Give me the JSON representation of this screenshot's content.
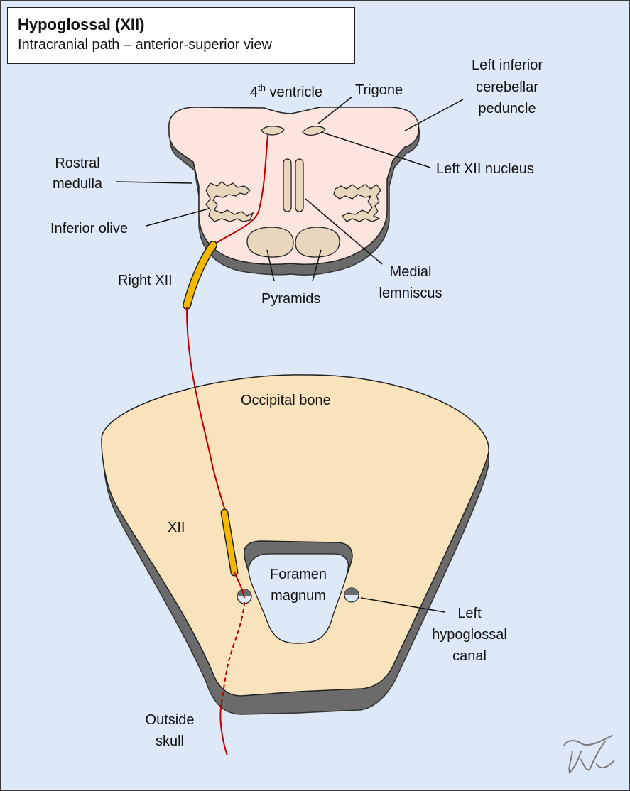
{
  "title": {
    "main": "Hypoglossal (XII)",
    "sub": "Intracranial path – anterior-superior view"
  },
  "labels": {
    "fourth_ventricle_base": "4",
    "fourth_ventricle_sup": "th",
    "fourth_ventricle_rest": " ventricle",
    "trigone": "Trigone",
    "left_icp_1": "Left inferior",
    "left_icp_2": "cerebellar",
    "left_icp_3": "peduncle",
    "left_xii_nucleus": "Left XII nucleus",
    "rostral_medulla_1": "Rostral",
    "rostral_medulla_2": "medulla",
    "inferior_olive": "Inferior olive",
    "medial_lemniscus_1": "Medial",
    "medial_lemniscus_2": "lemniscus",
    "right_xii": "Right XII",
    "pyramids": "Pyramids",
    "occipital_bone": "Occipital bone",
    "xii": "XII",
    "foramen_magnum_1": "Foramen",
    "foramen_magnum_2": "magnum",
    "left_hypoglossal_canal_1": "Left",
    "left_hypoglossal_canal_2": "hypoglossal",
    "left_hypoglossal_canal_3": "canal",
    "outside_skull_1": "Outside",
    "outside_skull_2": "skull"
  },
  "colors": {
    "background": "#dee9f7",
    "medulla_fill": "#fbe5de",
    "shadow": "#6b6b6b",
    "structure_fill": "#e8d6bd",
    "bone_fill": "#f9e3bd",
    "nerve_red": "#c00000",
    "nerve_yellow": "#f5b800"
  }
}
